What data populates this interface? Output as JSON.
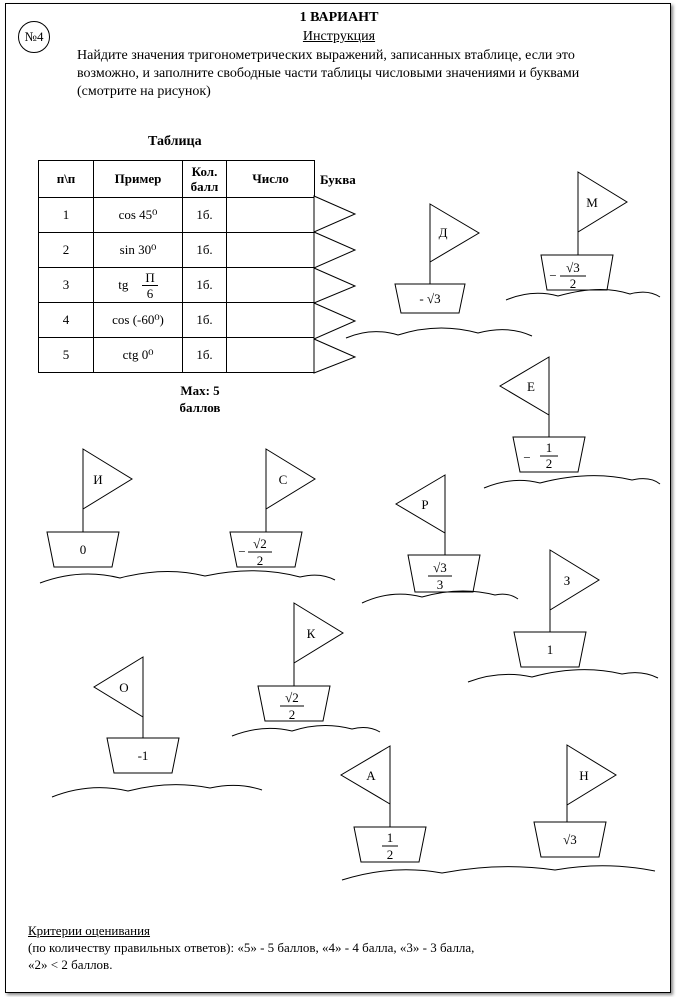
{
  "header": {
    "number": "№4",
    "title": "1 ВАРИАНТ",
    "subtitle": "Инструкция",
    "instruction": "Найдите значения тригонометрических выражений, записанных втаблице, если это возможно, и заполните свободные части таблицы числовыми значениями и буквами (смотрите на рисунок)"
  },
  "table": {
    "caption": "Таблица",
    "headers": {
      "num": "п\\п",
      "example": "Пример",
      "score": "Кол. балл",
      "number": "Число",
      "letter": "Буква"
    },
    "rows": [
      {
        "num": "1",
        "example": "cos 45⁰",
        "score": "1б."
      },
      {
        "num": "2",
        "example": "sin 30⁰",
        "score": "1б."
      },
      {
        "num": "3",
        "example_prefix": "tg",
        "example_num": "П",
        "example_den": "6",
        "score": "1б."
      },
      {
        "num": "4",
        "example": "cos (-60⁰)",
        "score": "1б."
      },
      {
        "num": "5",
        "example": "ctg 0⁰",
        "score": "1б."
      }
    ],
    "max_line1": "Max: 5",
    "max_line2": "баллов"
  },
  "boats": {
    "d": {
      "letter": "Д",
      "value": "- √3"
    },
    "m": {
      "letter": "М",
      "value_sign": "−",
      "value_num": "√3",
      "value_den": "2"
    },
    "e": {
      "letter": "Е",
      "value_sign": "−",
      "value_num": "1",
      "value_den": "2"
    },
    "i": {
      "letter": "И",
      "value": "0"
    },
    "s": {
      "letter": "С",
      "value_sign": "−",
      "value_num": "√2",
      "value_den": "2"
    },
    "r": {
      "letter": "Р",
      "value_num": "√3",
      "value_den": "3"
    },
    "z": {
      "letter": "З",
      "value": "1"
    },
    "k": {
      "letter": "К",
      "value_num": "√2",
      "value_den": "2"
    },
    "o": {
      "letter": "О",
      "value": "-1"
    },
    "a": {
      "letter": "А",
      "value_num": "1",
      "value_den": "2"
    },
    "n": {
      "letter": "Н",
      "value": "√3"
    }
  },
  "criteria": {
    "title": "Критерии оценивания",
    "line1": "(по количеству правильных ответов): «5» - 5 баллов, «4» - 4 балла, «3» - 3 балла,",
    "line2": "«2» < 2 баллов."
  }
}
